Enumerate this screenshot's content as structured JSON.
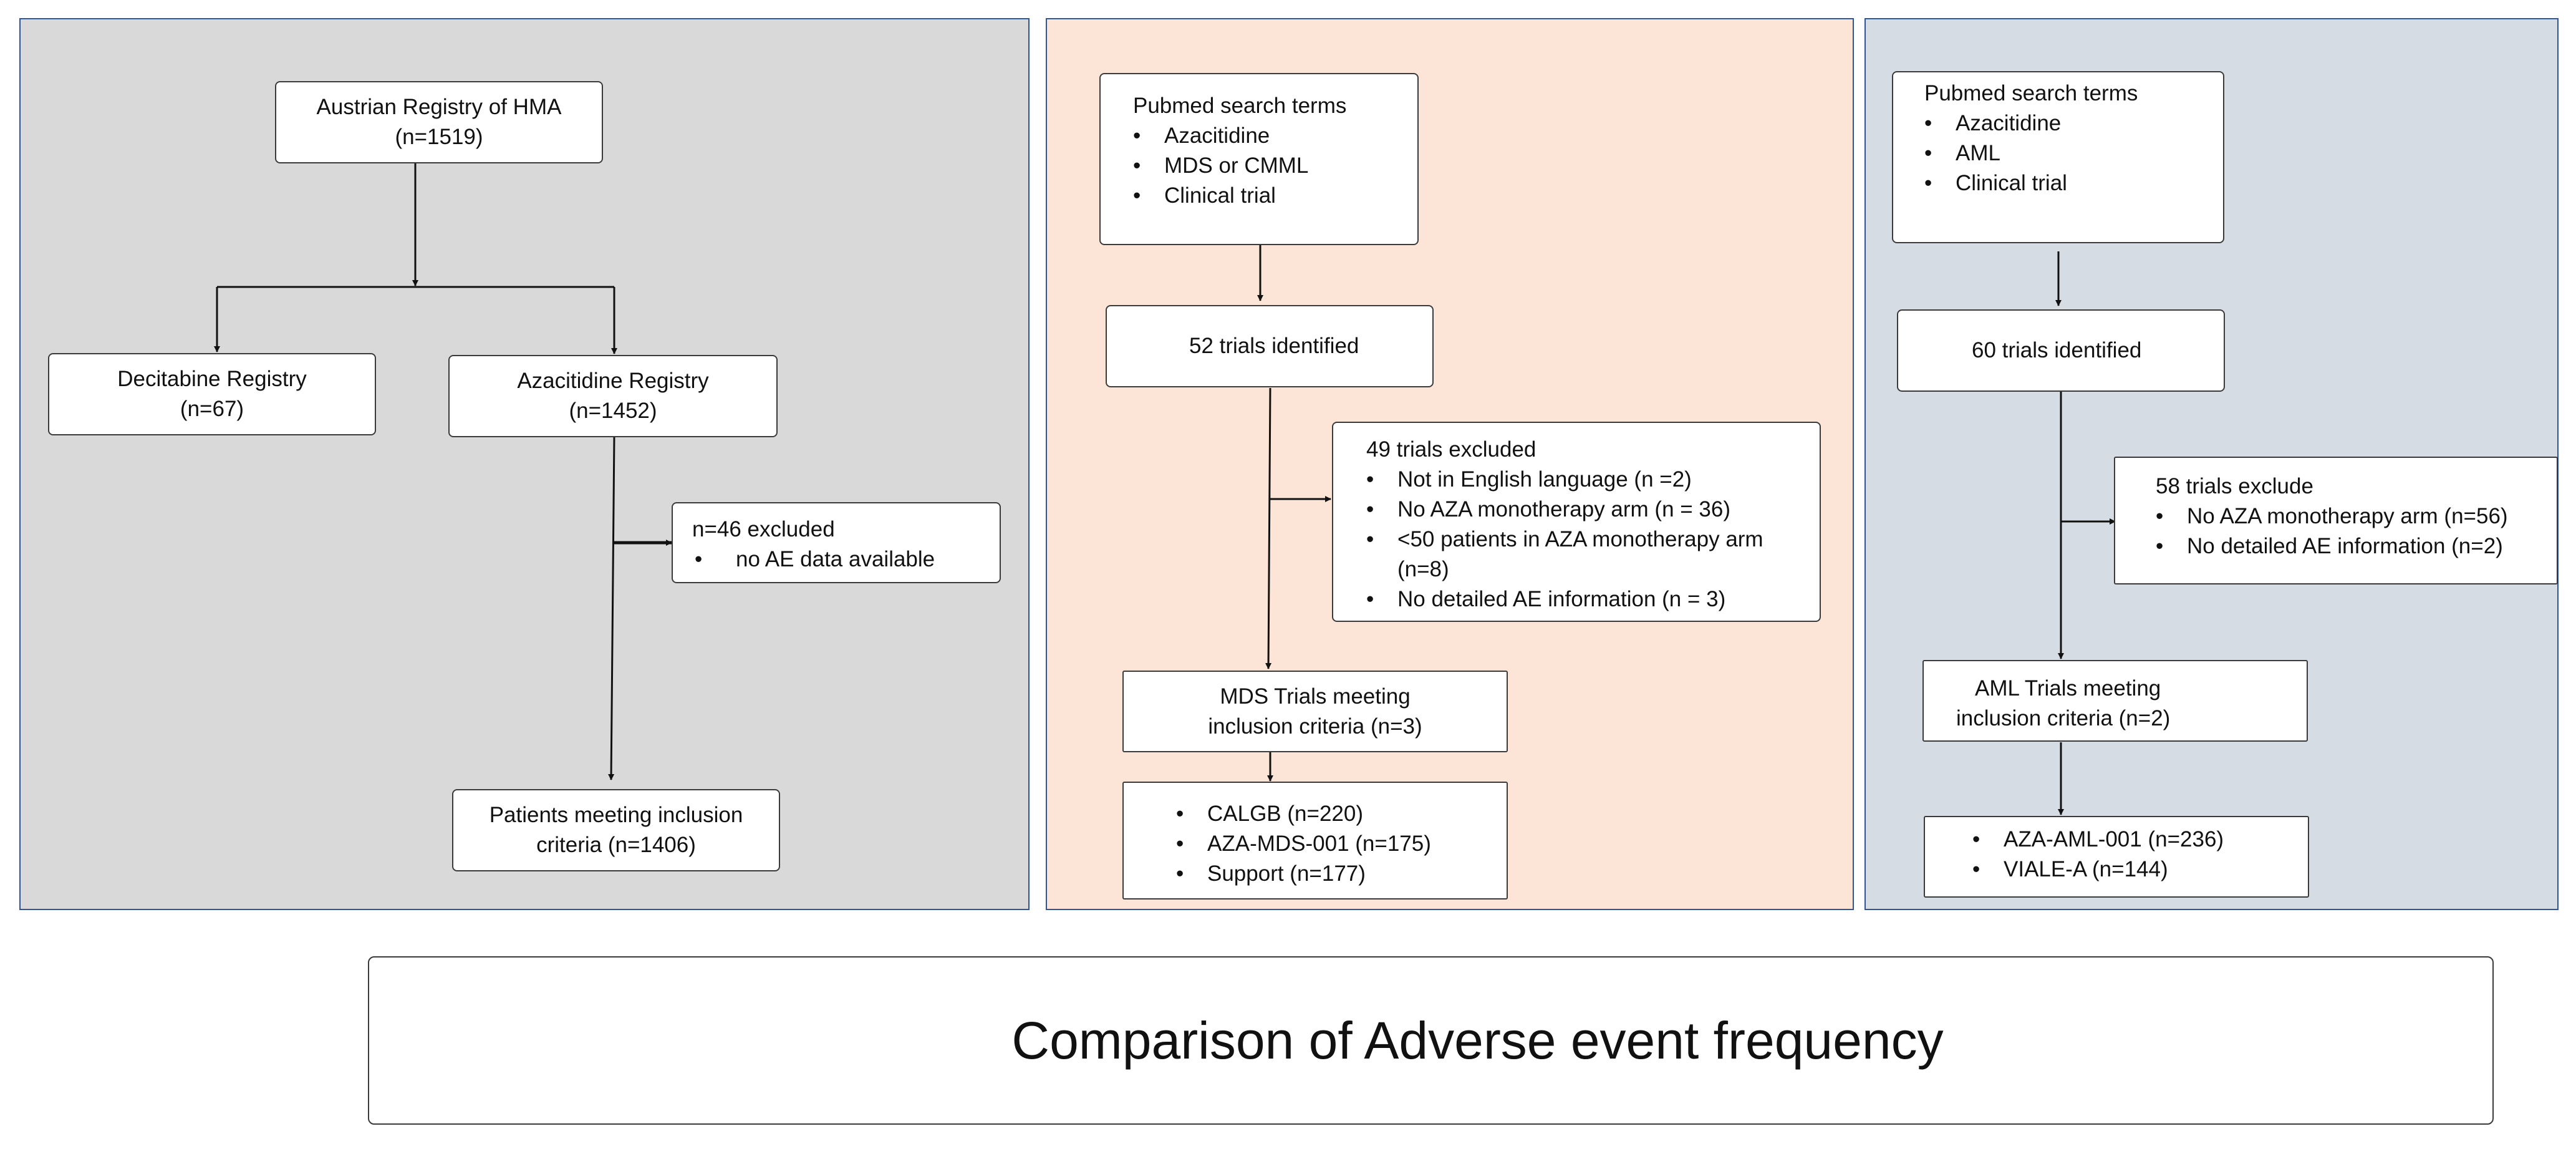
{
  "colors": {
    "left_panel_bg": "#d9d9d9",
    "middle_panel_bg": "#fce4d6",
    "right_panel_bg": "#d6dce4",
    "panel_border": "#2f5597",
    "box_border": "#3a3a3a"
  },
  "left": {
    "registry": {
      "title": "Austrian Registry of HMA",
      "count": "(n=1519)"
    },
    "decitabine": {
      "title": "Decitabine Registry",
      "count": "(n=67)"
    },
    "azacitidine": {
      "title": "Azacitidine Registry",
      "count": "(n=1452)"
    },
    "excluded": {
      "title": "n=46 excluded",
      "items": [
        "no AE data available"
      ]
    },
    "patients": {
      "line1": "Patients meeting inclusion",
      "line2": "criteria (n=1406)"
    }
  },
  "middle": {
    "search": {
      "title": "Pubmed  search terms",
      "items": [
        "Azacitidine",
        "MDS or CMML",
        "Clinical trial"
      ]
    },
    "identified": "52 trials identified",
    "excluded": {
      "title": "49 trials excluded",
      "items": [
        "Not in English language (n =2)",
        "No AZA monotherapy  arm  (n = 36)",
        "<50 patients in AZA monotherapy arm (n=8)",
        "No detailed AE information  (n = 3)"
      ]
    },
    "meeting": {
      "line1": "MDS Trials meeting",
      "line2": "inclusion criteria (n=3)"
    },
    "trials": [
      "CALGB (n=220)",
      "AZA-MDS-001 (n=175)",
      "Support  (n=177)"
    ]
  },
  "right": {
    "search": {
      "title": "Pubmed  search terms",
      "items": [
        "Azacitidine",
        "AML",
        "Clinical trial"
      ]
    },
    "identified": "60 trials identified",
    "excluded": {
      "title": "58 trials exclude",
      "items": [
        "No AZA monotherapy  arm (n=56)",
        "No detailed AE information  (n=2)"
      ]
    },
    "meeting": {
      "line1": "AML Trials meeting",
      "line2": "inclusion criteria (n=2)"
    },
    "trials": [
      "AZA-AML-001 (n=236)",
      "VIALE-A (n=144)"
    ]
  },
  "comparison": "Comparison of Adverse  event frequency"
}
